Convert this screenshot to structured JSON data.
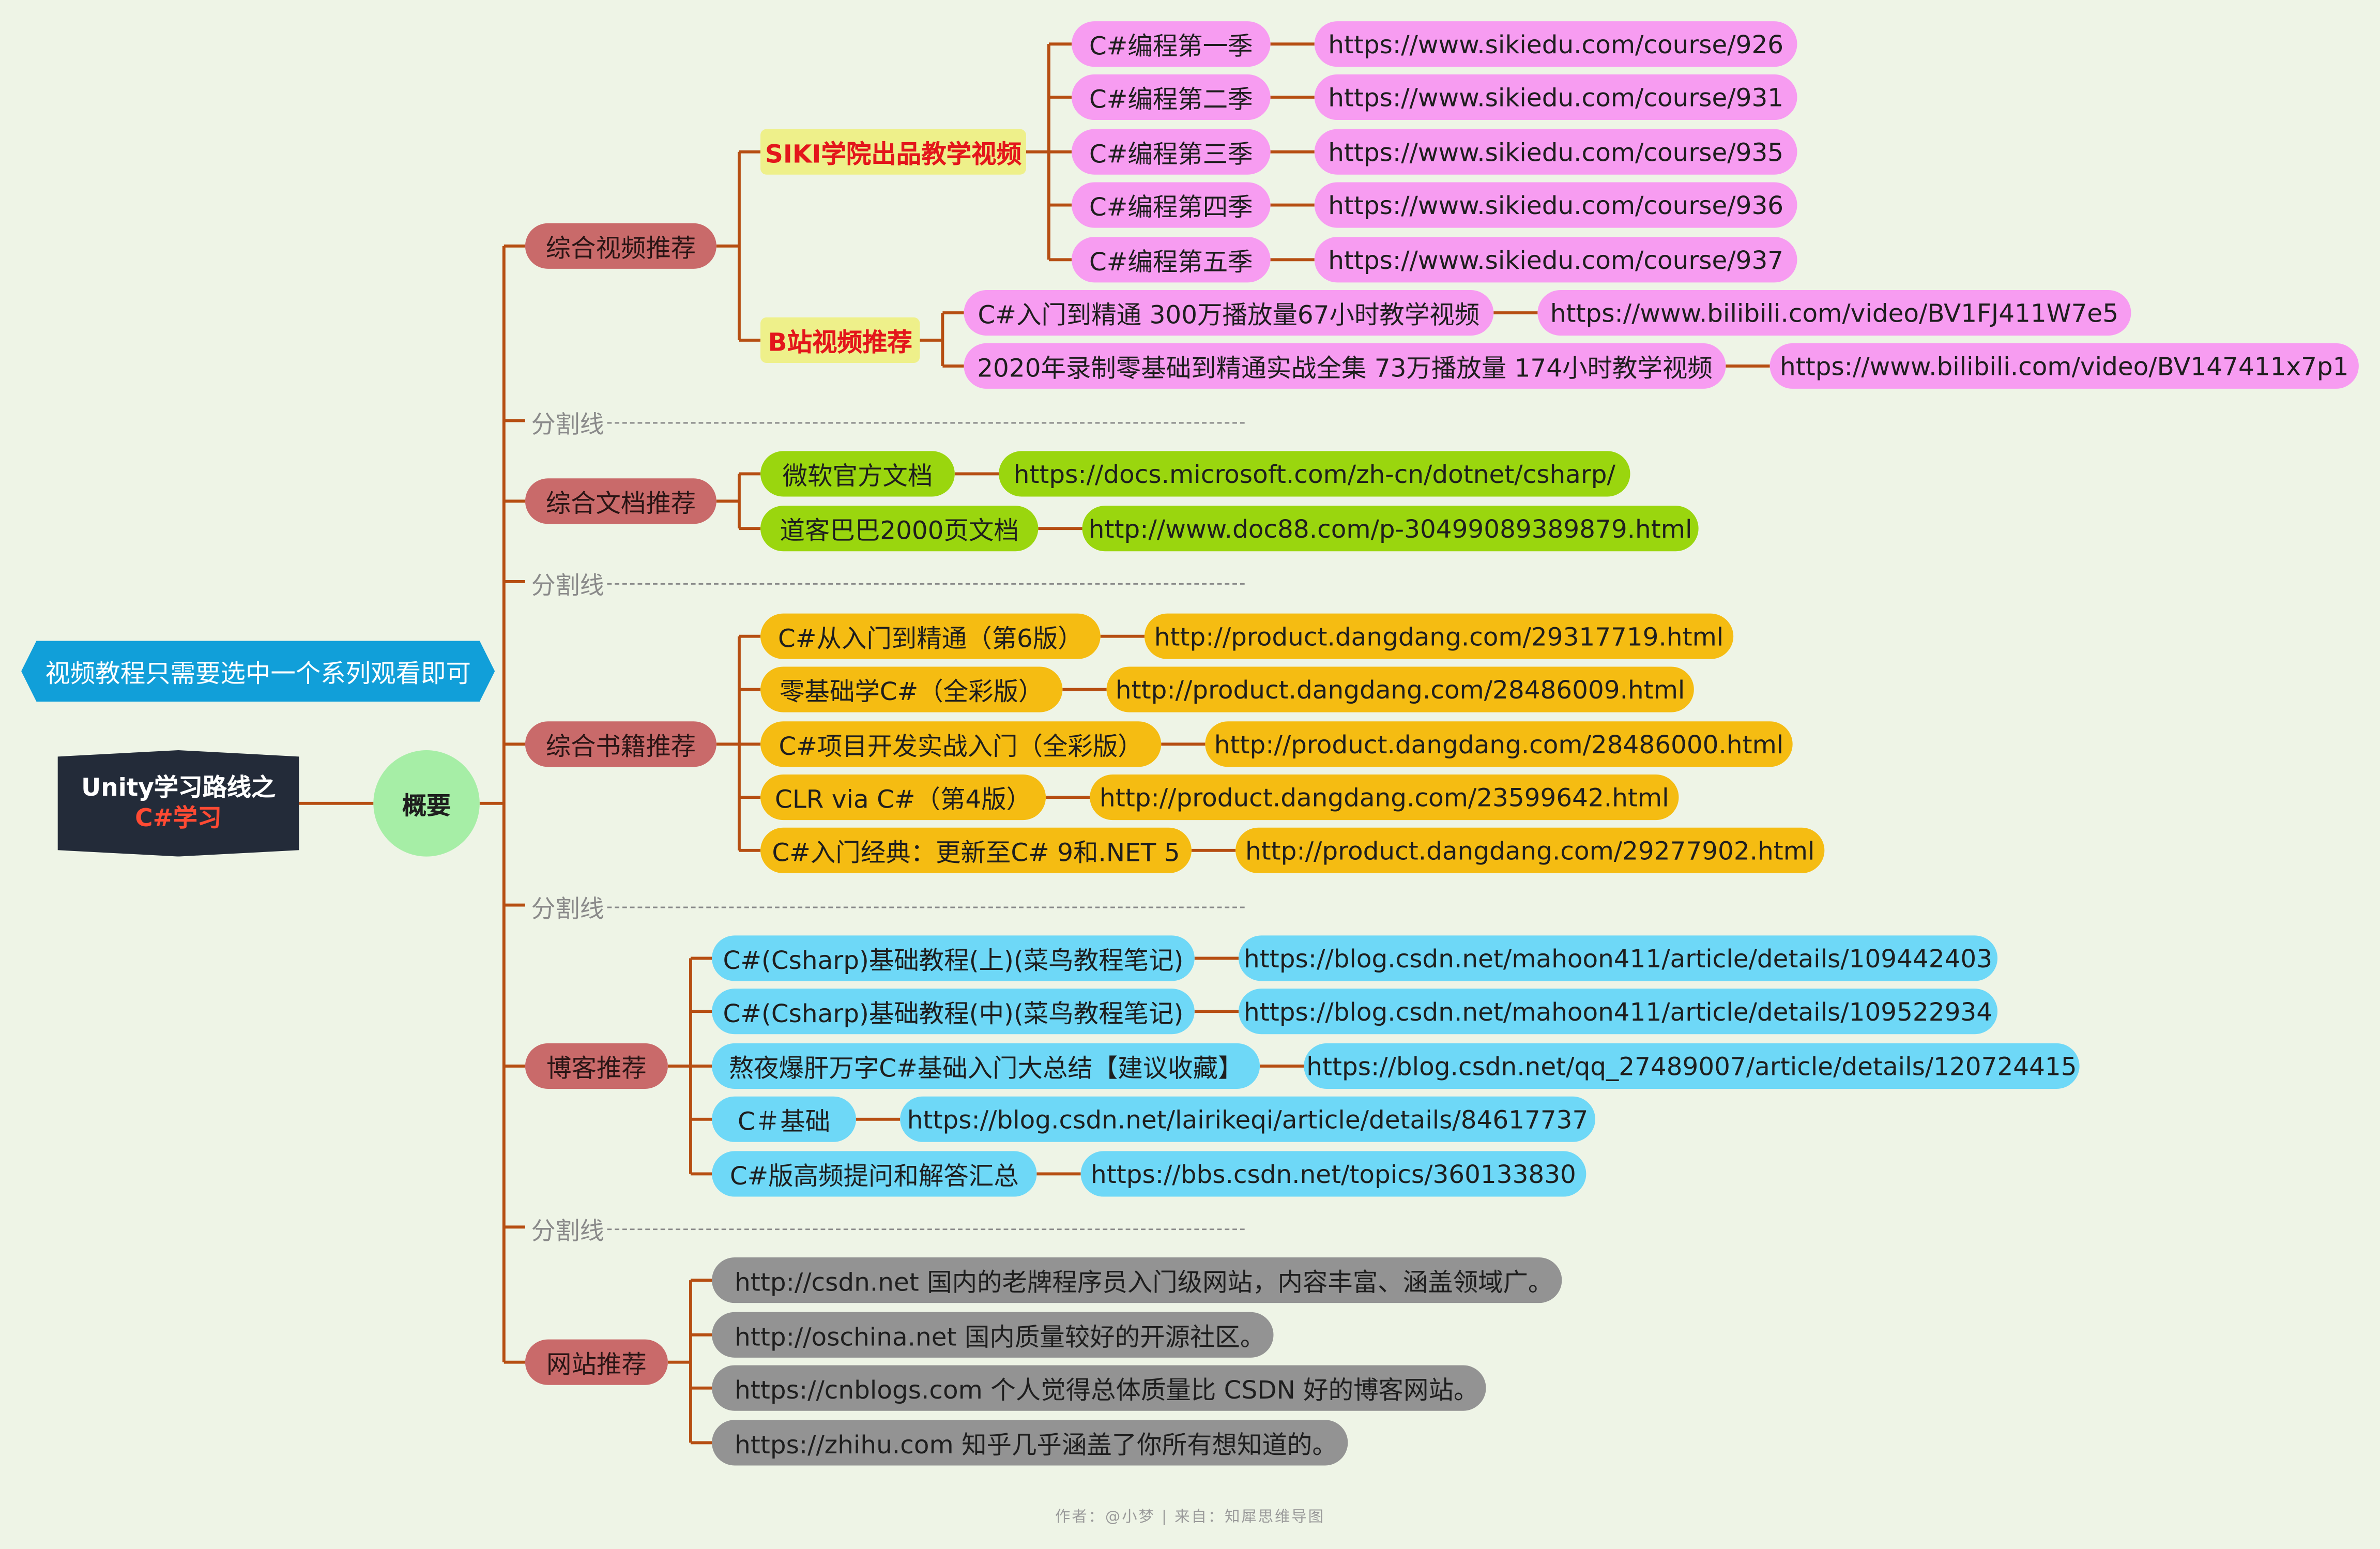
{
  "root": {
    "line1": "Unity学习路线之",
    "line2": "C#学习"
  },
  "summary": "概要",
  "banner": "视频教程只需要选中一个系列观看即可",
  "divider_label": "分割线",
  "categories": {
    "video": "综合视频推荐",
    "docs": "综合文档推荐",
    "books": "综合书籍推荐",
    "blogs": "博客推荐",
    "sites": "网站推荐"
  },
  "video": {
    "siki": {
      "label": "SIKI学院出品教学视频",
      "items": [
        {
          "name": "C#编程第一季",
          "url": "https://www.sikiedu.com/course/926"
        },
        {
          "name": "C#编程第二季",
          "url": "https://www.sikiedu.com/course/931"
        },
        {
          "name": "C#编程第三季",
          "url": "https://www.sikiedu.com/course/935"
        },
        {
          "name": "C#编程第四季",
          "url": "https://www.sikiedu.com/course/936"
        },
        {
          "name": "C#编程第五季",
          "url": "https://www.sikiedu.com/course/937"
        }
      ]
    },
    "bili": {
      "label": "B站视频推荐",
      "items": [
        {
          "name": "C#入门到精通 300万播放量67小时教学视频",
          "url": "https://www.bilibili.com/video/BV1FJ411W7e5"
        },
        {
          "name": "2020年录制零基础到精通实战全集 73万播放量 174小时教学视频",
          "url": "https://www.bilibili.com/video/BV147411x7p1"
        }
      ]
    }
  },
  "docs": [
    {
      "name": "微软官方文档",
      "url": "https://docs.microsoft.com/zh-cn/dotnet/csharp/"
    },
    {
      "name": "道客巴巴2000页文档",
      "url": "http://www.doc88.com/p-30499089389879.html"
    }
  ],
  "books": [
    {
      "name": "C#从入门到精通（第6版）",
      "url": "http://product.dangdang.com/29317719.html"
    },
    {
      "name": "零基础学C#（全彩版）",
      "url": "http://product.dangdang.com/28486009.html"
    },
    {
      "name": "C#项目开发实战入门（全彩版）",
      "url": "http://product.dangdang.com/28486000.html"
    },
    {
      "name": "CLR via C#（第4版）",
      "url": "http://product.dangdang.com/23599642.html"
    },
    {
      "name": "C#入门经典：更新至C# 9和.NET 5",
      "url": "http://product.dangdang.com/29277902.html"
    }
  ],
  "blogs": [
    {
      "name": "C#(Csharp)基础教程(上)(菜鸟教程笔记)",
      "url": "https://blog.csdn.net/mahoon411/article/details/109442403"
    },
    {
      "name": "C#(Csharp)基础教程(中)(菜鸟教程笔记)",
      "url": "https://blog.csdn.net/mahoon411/article/details/109522934"
    },
    {
      "name": "熬夜爆肝万字C#基础入门大总结【建议收藏】",
      "url": "https://blog.csdn.net/qq_27489007/article/details/120724415"
    },
    {
      "name": "C＃基础",
      "url": "https://blog.csdn.net/lairikeqi/article/details/84617737"
    },
    {
      "name": "C#版高频提问和解答汇总",
      "url": "https://bbs.csdn.net/topics/360133830"
    }
  ],
  "sites": [
    "http://csdn.net 国内的老牌程序员入门级网站，内容丰富、涵盖领域广。",
    "http://oschina.net 国内质量较好的开源社区。",
    "https://cnblogs.com 个人觉得总体质量比 CSDN 好的博客网站。",
    "https://zhihu.com 知乎几乎涵盖了你所有想知道的。"
  ],
  "footer": "作者：@小梦 | 来自：知犀思维导图",
  "colors": {
    "background": "#eef4e6",
    "connector": "#b64e12",
    "category": "#c96a6a",
    "video_item": "#f79cf1",
    "doc_item": "#9ad60e",
    "book_item": "#f5bc12",
    "blog_item": "#6ed8f7",
    "site_item": "#939393",
    "root": "#232b39",
    "summary": "#a6eea6",
    "banner": "#119fd9"
  }
}
